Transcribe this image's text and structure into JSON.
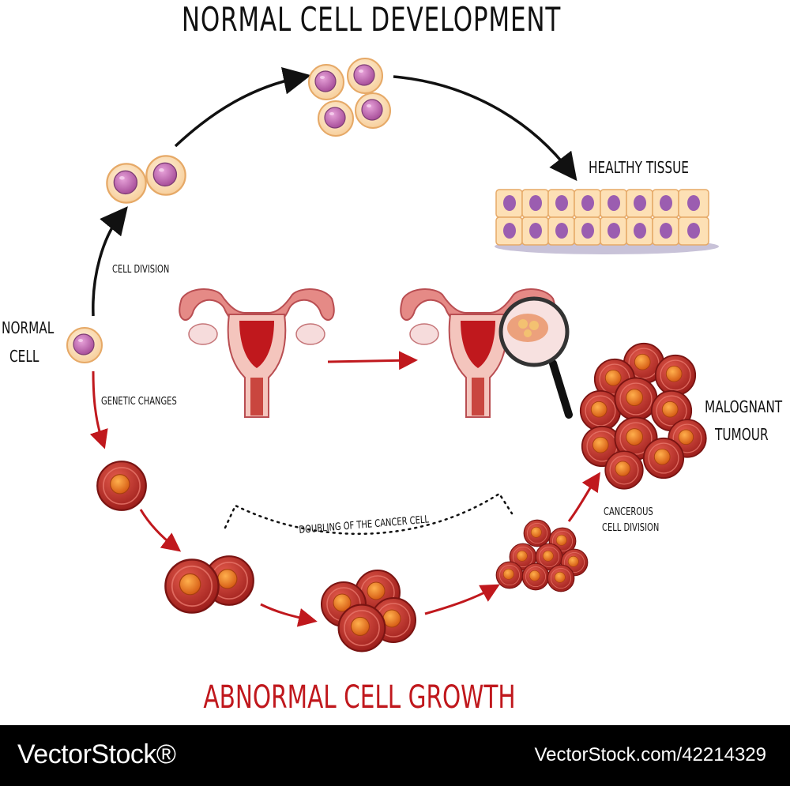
{
  "title": "NORMAL CELL DEVELOPMENT",
  "bottom_title": "ABNORMAL CELL GROWTH",
  "labels": {
    "healthy_tissue": "HEALTHY TISSUE",
    "cell_division": "CELL DIVISION",
    "normal_cell_line1": "NORMAL",
    "normal_cell_line2": "CELL",
    "genetic_changes": "GENETIC CHANGES",
    "malignant_line1": "MALOGNANT",
    "malignant_line2": "TUMOUR",
    "cancerous_line1": "CANCEROUS",
    "cancerous_line2": "CELL DIVISION",
    "doubling": "DOUBLING OF THE CANCER CELL"
  },
  "colors": {
    "normal_arrow": "#111111",
    "abnormal_arrow": "#c0181d",
    "normal_cell_fill": "#fde4c3",
    "normal_nucleus": "#c86fb7",
    "cancer_cell_fill": "#c9372f",
    "cancer_nucleus": "#e8781f",
    "footer_bg": "#000000"
  },
  "footer": {
    "brand": "VectorStock®",
    "image_id": "VectorStock.com/42214329"
  }
}
